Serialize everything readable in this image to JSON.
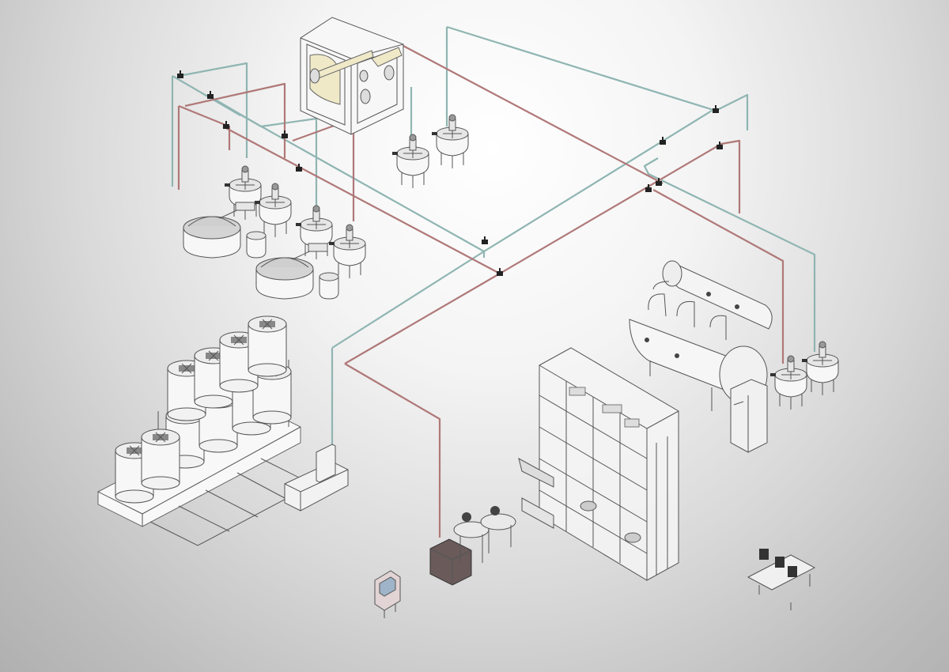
{
  "colors": {
    "pipe_cool": "#8fb5b2",
    "pipe_hot": "#b07878",
    "paper": "#efe9c8",
    "equipment_dark": "#6a5a5a",
    "background_center": "#ffffff",
    "background_edge": "#b0b0b0"
  },
  "equipment": [
    "coating-machine",
    "mixing-tank",
    "dissolver-vessel",
    "storage-silo",
    "boiler",
    "control-cabinet",
    "automated-warehouse",
    "operator-terminal",
    "computer-workstation",
    "dosing-unit"
  ]
}
